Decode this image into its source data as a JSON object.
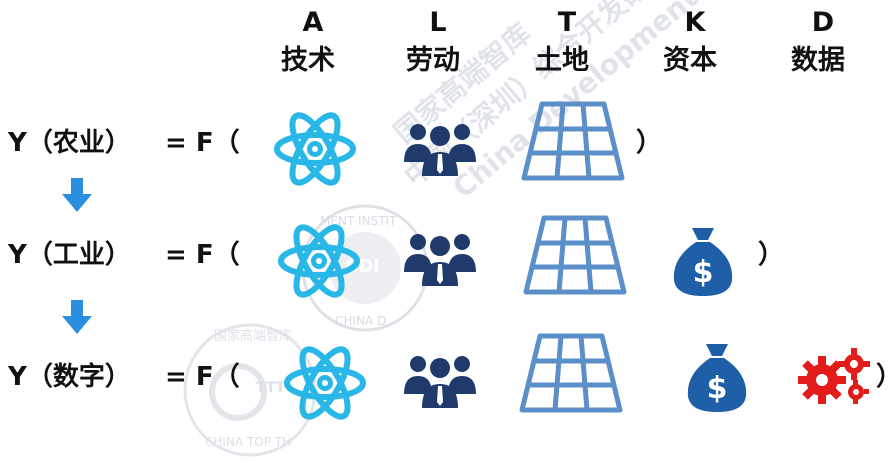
{
  "headers": [
    {
      "letter": "A",
      "name": "技术"
    },
    {
      "letter": "L",
      "name": "劳动"
    },
    {
      "letter": "T",
      "name": "土地"
    },
    {
      "letter": "K",
      "name": "资本"
    },
    {
      "letter": "D",
      "name": "数据"
    }
  ],
  "rows": [
    {
      "label": "Y（农业）",
      "eq": "= F（",
      "close": "）"
    },
    {
      "label": "Y（工业）",
      "eq": "= F（",
      "close": "）"
    },
    {
      "label": "Y（数字）",
      "eq": "= F（",
      "close": "）"
    }
  ],
  "icons": {
    "tech": "atom-icon",
    "labor": "people-group-icon",
    "land": "grid-field-icon",
    "capital": "money-bag-icon",
    "data": "gears-icon"
  },
  "colors": {
    "atom": "#29b7e8",
    "people": "#1f3a6b",
    "grid": "#5b8fc9",
    "bag": "#1f5fa8",
    "gear": "#e21b1b",
    "arrow": "#2b8fe0"
  },
  "watermarks": {
    "diagonal_1": "国家高端智库",
    "diagonal_2": "中国（深圳）综合开发研究院",
    "diagonal_3": "China Development",
    "seal_1": "MENT INSTIT",
    "seal_2": "CHINA D",
    "seal_3": "CHINA TOP TH",
    "seal_center_1": "CDI",
    "seal_center_2": "TTT",
    "seal_4": "国家高端智库"
  }
}
